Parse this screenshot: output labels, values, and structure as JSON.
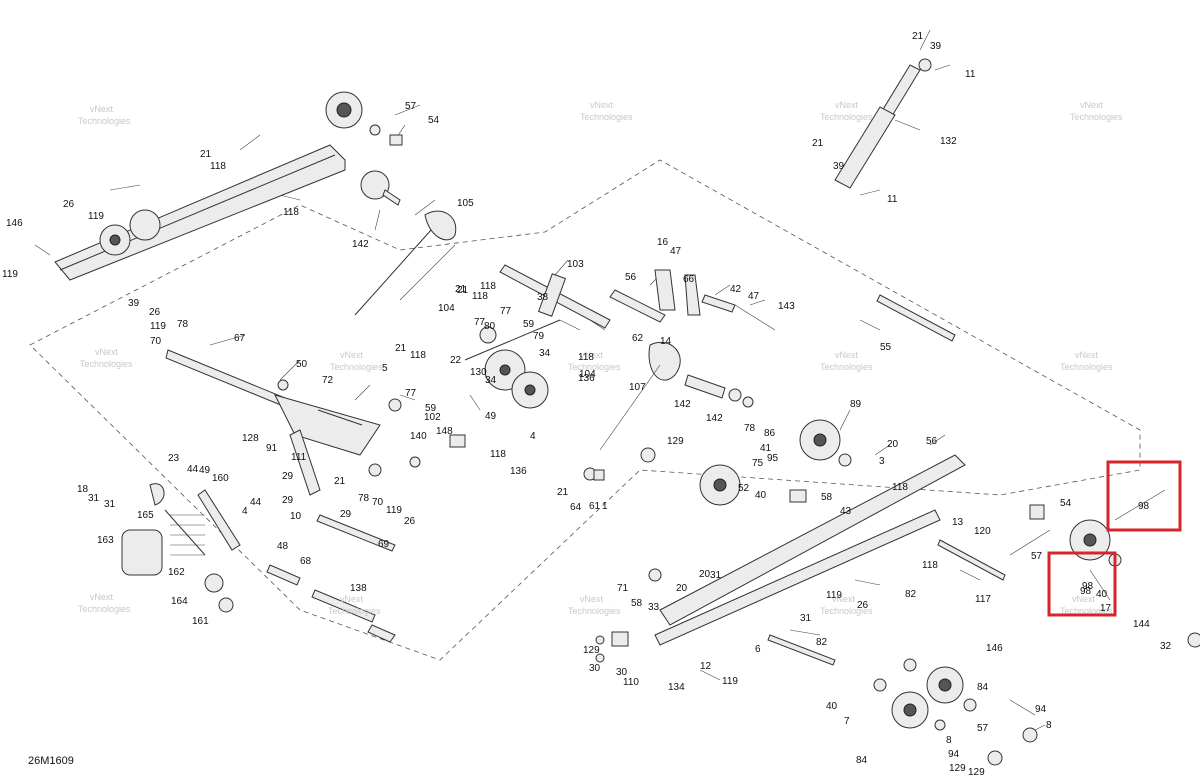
{
  "diagram_code": "26M1609",
  "watermark_line1": "vNext",
  "watermark_line2": "Technologies",
  "highlight_color": "#d6262c",
  "callouts": [
    "21",
    "39",
    "11",
    "132",
    "21",
    "39",
    "11",
    "57",
    "54",
    "21",
    "118",
    "26",
    "119",
    "118",
    "146",
    "119",
    "142",
    "105",
    "103",
    "16",
    "47",
    "56",
    "66",
    "42",
    "47",
    "143",
    "21",
    "118",
    "104",
    "77",
    "38",
    "14",
    "62",
    "59",
    "80",
    "79",
    "34",
    "39",
    "26",
    "119",
    "70",
    "78",
    "67",
    "50",
    "72",
    "21",
    "118",
    "5",
    "22",
    "130",
    "77",
    "59",
    "102",
    "34",
    "118",
    "136",
    "4",
    "104",
    "107",
    "55",
    "21",
    "118",
    "77",
    "49",
    "140",
    "148",
    "118",
    "136",
    "142",
    "142",
    "78",
    "86",
    "89",
    "128",
    "91",
    "111",
    "23",
    "44",
    "49",
    "160",
    "29",
    "21",
    "78",
    "70",
    "119",
    "26",
    "129",
    "41",
    "95",
    "75",
    "3",
    "20",
    "56",
    "52",
    "40",
    "58",
    "43",
    "18",
    "31",
    "31",
    "165",
    "44",
    "4",
    "29",
    "10",
    "29",
    "21",
    "64",
    "61",
    "1",
    "118",
    "13",
    "120",
    "54",
    "98",
    "163",
    "162",
    "48",
    "68",
    "69",
    "57",
    "98",
    "40",
    "17",
    "144",
    "164",
    "161",
    "138",
    "71",
    "20",
    "31",
    "58",
    "33",
    "20",
    "118",
    "117",
    "82",
    "119",
    "26",
    "31",
    "32",
    "129",
    "30",
    "30",
    "110",
    "6",
    "82",
    "134",
    "12",
    "119",
    "146",
    "84",
    "40",
    "7",
    "57",
    "94",
    "8",
    "129",
    "84",
    "8",
    "129",
    "94",
    "98"
  ]
}
